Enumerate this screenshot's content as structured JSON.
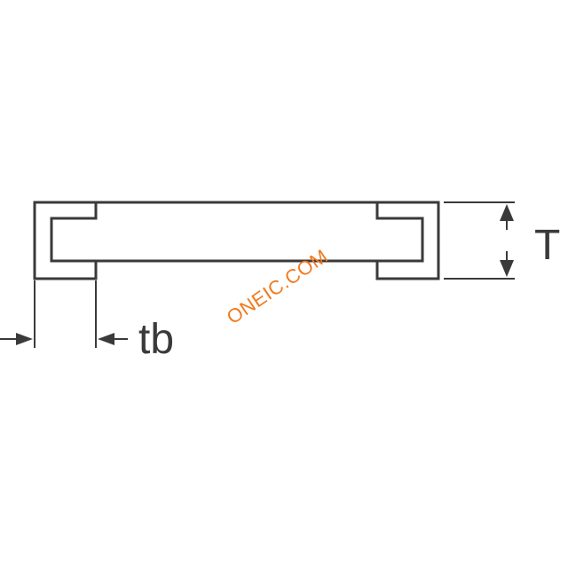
{
  "labels": {
    "thickness": "T",
    "terminal_width": "tb"
  },
  "watermark": {
    "text": "ONEIC.COM"
  },
  "colors": {
    "line": "#3a3a3a",
    "watermark": "#f07a1e",
    "background": "#ffffff"
  }
}
